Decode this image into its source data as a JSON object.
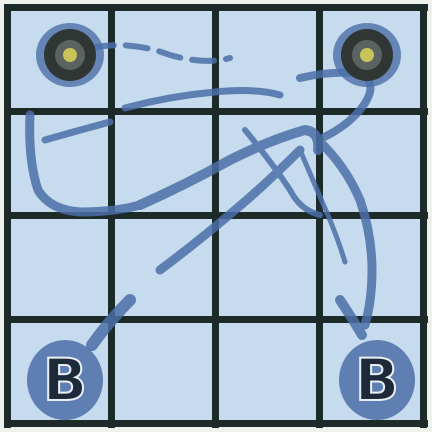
{
  "board": {
    "rows": 4,
    "cols": 4,
    "tile_color": "#c6dcee",
    "grid_color": "#1c2a28",
    "path_color": "#4c6fa8",
    "token_dark": "#2f3634",
    "token_center": "#c8c45a",
    "label_fill": "#1e2a3a",
    "label_stroke": "#e8eef4"
  },
  "pieces": [
    {
      "id": "token-top-left",
      "type": "round-token",
      "row": 0,
      "col": 0
    },
    {
      "id": "token-top-right",
      "type": "round-token",
      "row": 0,
      "col": 3
    },
    {
      "id": "b-marker-bottom-left",
      "type": "letter-marker",
      "row": 3,
      "col": 0,
      "label": "B"
    },
    {
      "id": "b-marker-bottom-right",
      "type": "letter-marker",
      "row": 3,
      "col": 3,
      "label": "B"
    }
  ]
}
